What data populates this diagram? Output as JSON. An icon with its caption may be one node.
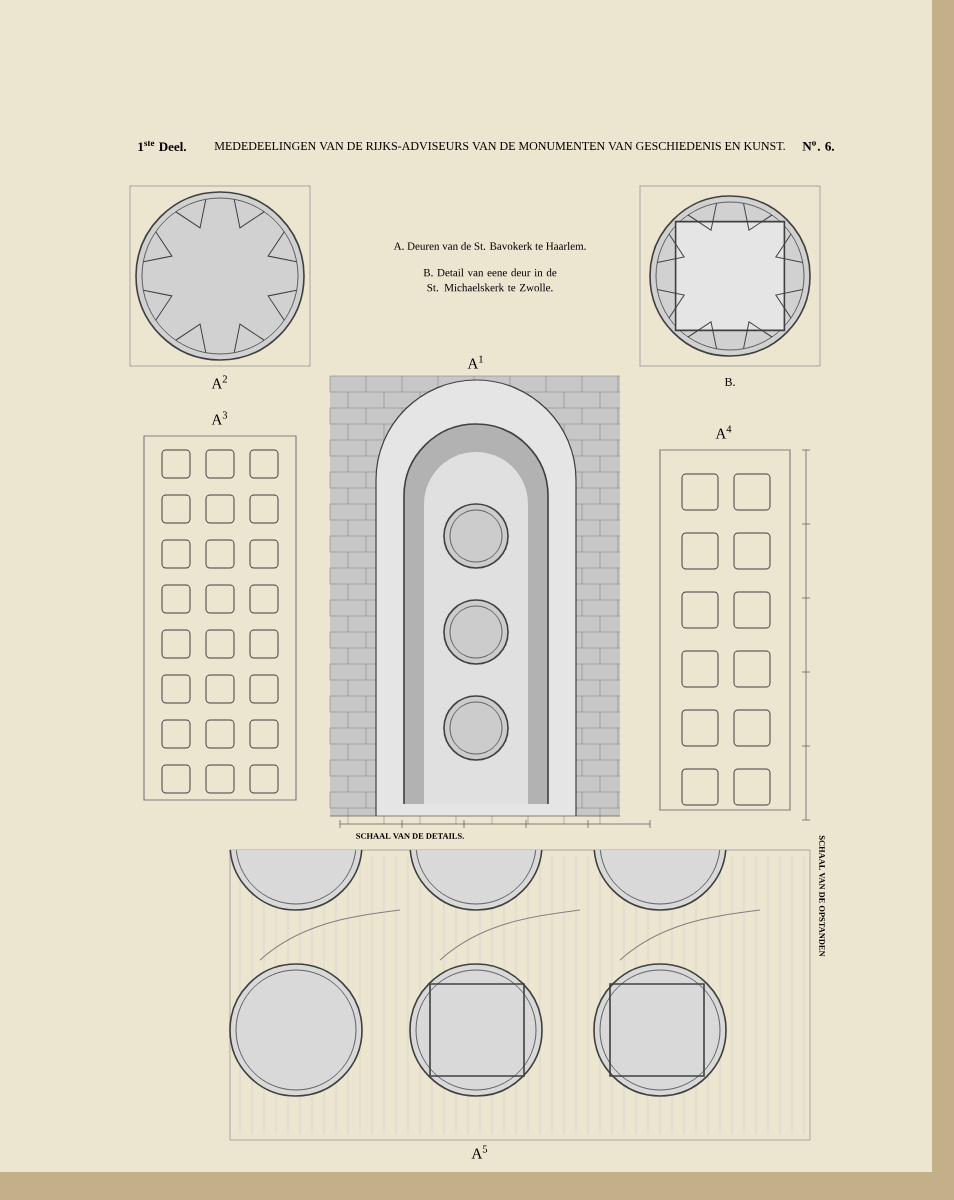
{
  "diagram": {
    "title": "MEDEDEELINGEN VAN DE RIJKS-ADVISEURS VAN DE MONUMENTEN VAN GESCHIEDENIS EN KUNST.",
    "labels": [
      "1$^{ste}$ Deel.",
      "N$^{o}$. 6.",
      "A. Deuren van de St. Bavokerk te Haarlem.",
      "B. Detail van eene deur in de St. Michaelskerk te Zwolle.",
      "A$^{1}$",
      "A$^{2}$",
      "B.",
      "A$^{3}$",
      "A$^{4}$",
      "SCHAAL VAN DE DETAILS.",
      "SCHAAL VAN DE OPSTANDEN",
      "A$^{5}$"
    ]
  }
}
